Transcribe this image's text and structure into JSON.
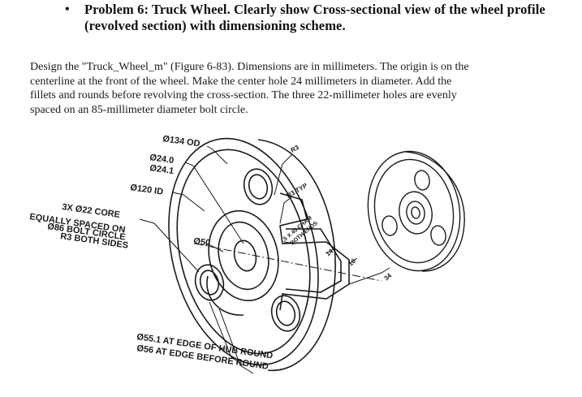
{
  "heading": {
    "bullet": "•",
    "line1": "Problem 6: Truck Wheel. Clearly show Cross-sectional view of the wheel profile",
    "line2": "(revolved section) with dimensioning scheme."
  },
  "description": {
    "line1": "Design the \"Truck_Wheel_m\" (Figure 6-83). Dimensions are in millimeters. The origin is on the",
    "line2": "centerline at the front of the wheel. Make the center hole 24 millimeters in diameter. Add the",
    "line3": "fillets and rounds before revolving the cross-section. The three 22-millimeter holes are evenly",
    "line4": "spaced on an 85-millimeter diameter bolt circle."
  },
  "figure": {
    "dim_134_od": "Ø134 OD",
    "dim_24_0": "Ø24.0",
    "dim_24_1": "Ø24.1",
    "dim_120_id": "Ø120 ID",
    "core_1": "3X Ø22 CORE",
    "core_2": "EQUALLY SPACED ON",
    "core_3": "Ø86 BOLT CIRCLE",
    "core_4": "R3 BOTH SIDES",
    "dim_50": "Ø50",
    "r3": "R3",
    "r3_typ": "R3 TYP",
    "chamfer_1": ".5 X 45 CHAM",
    "chamfer_2": "BOTH ENDS",
    "dim_14": "14",
    "dim_10": "10",
    "dim_34": "34",
    "hub_1": "Ø55.1 AT EDGE OF HUB ROUND",
    "hub_2": "Ø56 AT EDGE BEFORE ROUND"
  }
}
